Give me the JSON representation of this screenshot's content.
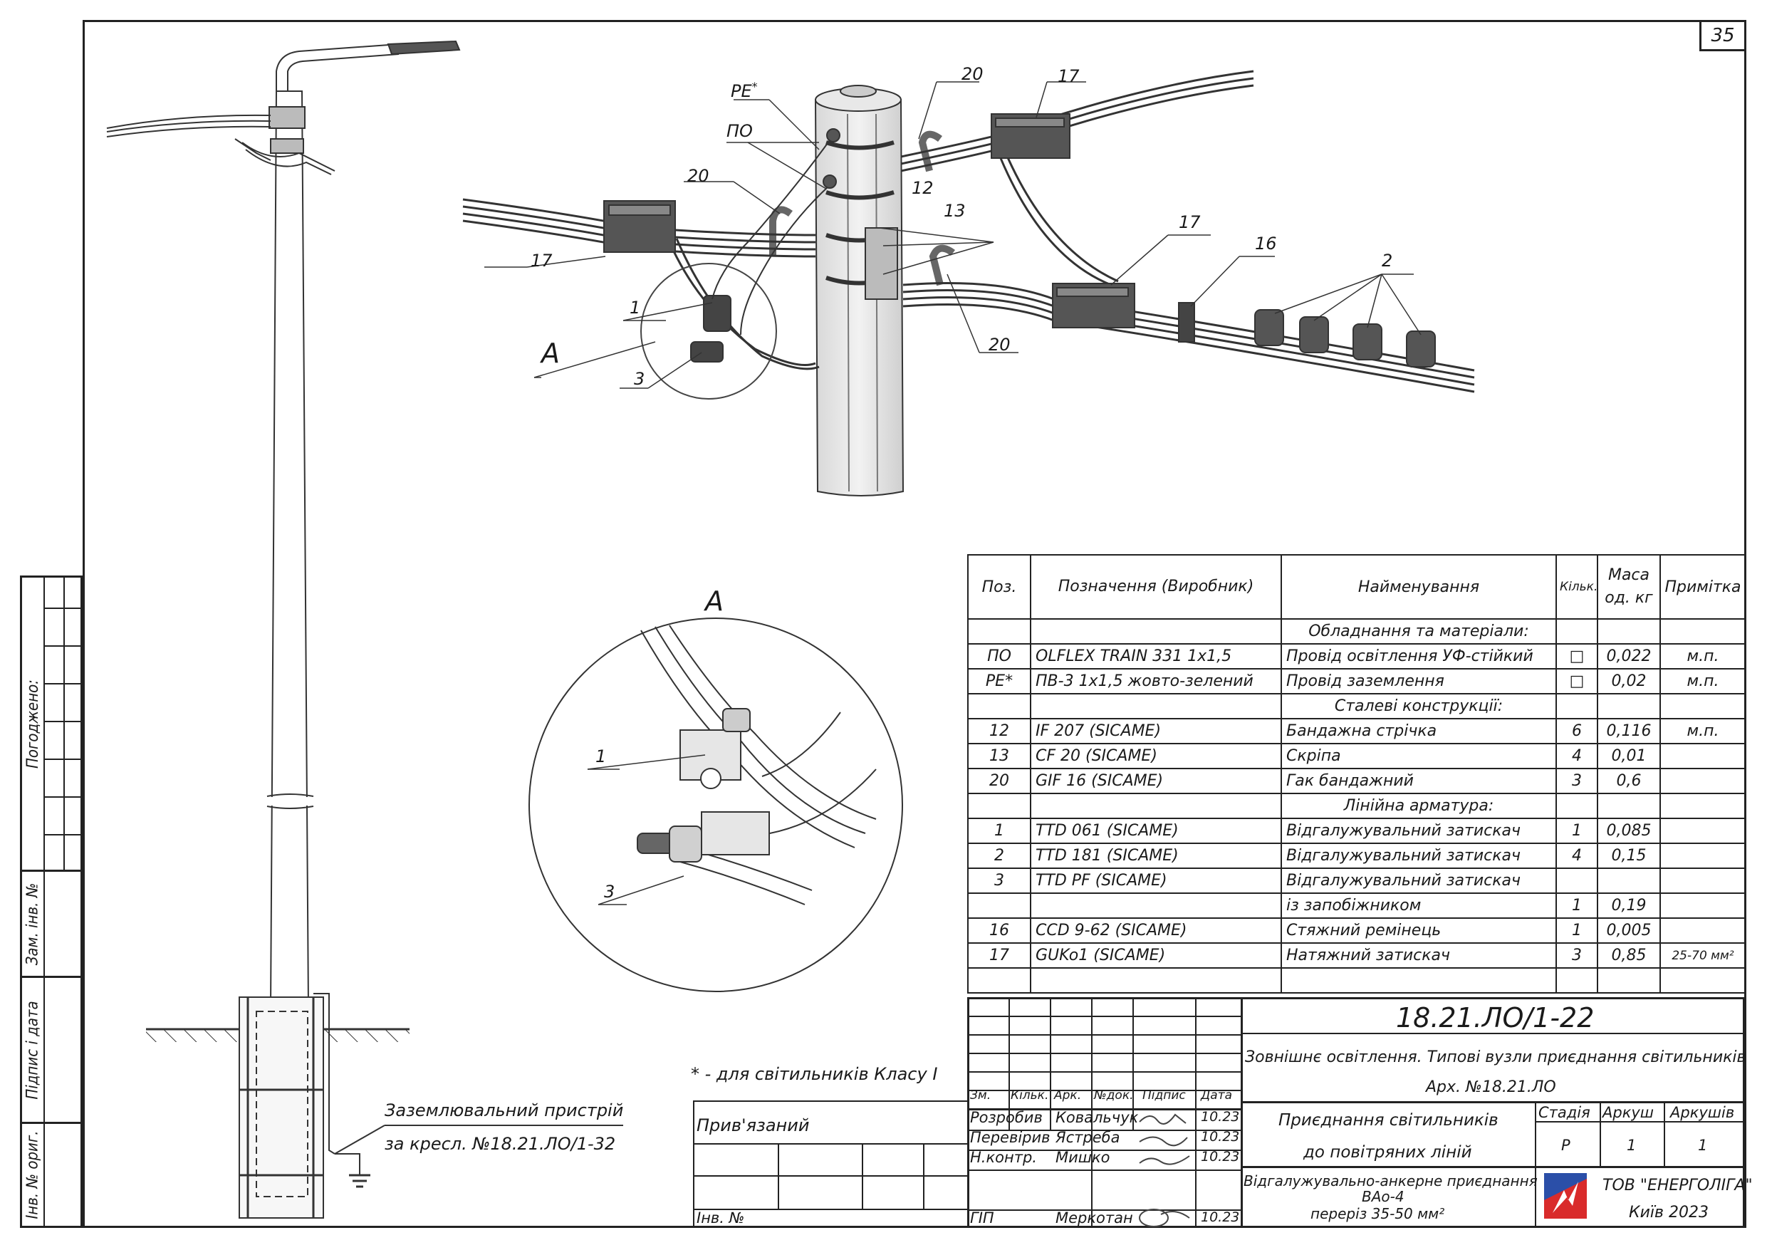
{
  "sheet_number": "35",
  "side_stamps": {
    "agreed": "Погоджено:",
    "replaced_inv": "Зам. інв. №",
    "sign_date": "Підпис і дата",
    "orig_inv": "Інв. № ориг."
  },
  "callouts": {
    "pe": "PE",
    "pe_star": "*",
    "po": "ПО",
    "c20a": "20",
    "c20b": "20",
    "c20c": "20",
    "c17a": "17",
    "c17b": "17",
    "c17c": "17",
    "c12": "12",
    "c13": "13",
    "c16": "16",
    "c2": "2",
    "c1": "1",
    "c3": "3",
    "view_a": "А",
    "detail_a_title": "А",
    "detail_1": "1",
    "detail_3": "3"
  },
  "grounding_note": {
    "line1": "Заземлювальний пристрій",
    "line2": "за кресл. №18.21.ЛО/1-32"
  },
  "footnote": "* - для світильників Класу I",
  "spec_table": {
    "headers": {
      "pos": "Поз.",
      "designation": "Позначення (Виробник)",
      "name": "Найменування",
      "qty": "Кільк.",
      "mass": "Маса од. кг",
      "note": "Примітка"
    },
    "rows": [
      {
        "section": "Обладнання та матеріали:"
      },
      {
        "pos": "ПО",
        "designation": "OLFLEX TRAIN 331 1x1,5",
        "name": "Провід освітлення УФ-стійкий",
        "qty": "□",
        "mass": "0,022",
        "note": "м.п."
      },
      {
        "pos": "PE*",
        "designation": "ПВ-3 1x1,5 жовто-зелений",
        "name": "Провід заземлення",
        "qty": "□",
        "mass": "0,02",
        "note": "м.п."
      },
      {
        "section": "Сталеві конструкції:"
      },
      {
        "pos": "12",
        "designation": "IF 207   (SICAME)",
        "name": "Бандажна стрічка",
        "qty": "6",
        "mass": "0,116",
        "note": "м.п."
      },
      {
        "pos": "13",
        "designation": "CF 20   (SICAME)",
        "name": "Скріпа",
        "qty": "4",
        "mass": "0,01",
        "note": ""
      },
      {
        "pos": "20",
        "designation": "GIF 16   (SICAME)",
        "name": "Гак бандажний",
        "qty": "3",
        "mass": "0,6",
        "note": ""
      },
      {
        "section": "Лінійна арматура:"
      },
      {
        "pos": "1",
        "designation": "TTD 061   (SICAME)",
        "name": "Відгалужувальний затискач",
        "qty": "1",
        "mass": "0,085",
        "note": ""
      },
      {
        "pos": "2",
        "designation": "TTD 181   (SICAME)",
        "name": "Відгалужувальний затискач",
        "qty": "4",
        "mass": "0,15",
        "note": ""
      },
      {
        "pos": "3",
        "designation": "TTD PF   (SICAME)",
        "name": "Відгалужувальний затискач",
        "qty": "",
        "mass": "",
        "note": ""
      },
      {
        "pos": "",
        "designation": "",
        "name": "із запобіжником",
        "qty": "1",
        "mass": "0,19",
        "note": ""
      },
      {
        "pos": "16",
        "designation": "CCD 9-62   (SICAME)",
        "name": "Стяжний ремінець",
        "qty": "1",
        "mass": "0,005",
        "note": ""
      },
      {
        "pos": "17",
        "designation": "GUKo1   (SICAME)",
        "name": "Натяжний затискач",
        "qty": "3",
        "mass": "0,85",
        "note": "25-70 мм²"
      },
      {
        "pos": "",
        "designation": "",
        "name": "",
        "qty": "",
        "mass": "",
        "note": ""
      }
    ]
  },
  "title_block": {
    "doc_code": "18.21.ЛО/1-22",
    "project_title": "Зовнішнє освітлення. Типові вузли приєднання світильників",
    "archive": "Арх. №18.21.ЛО",
    "linked": "Прив'язаний",
    "inv": "Інв. №",
    "rev_headers": [
      "Зм.",
      "Кільк.",
      "Арк.",
      "№док.",
      "Підпис",
      "Дата"
    ],
    "people": [
      {
        "role": "Розробив",
        "name": "Ковальчук",
        "date": "10.23"
      },
      {
        "role": "Перевірив",
        "name": "Ястреба",
        "date": "10.23"
      },
      {
        "role": "Н.контр.",
        "name": "Мишко",
        "date": "10.23"
      },
      {
        "role": "ГІП",
        "name": "Меркотан",
        "date": "10.23"
      }
    ],
    "drawing_title_1": "Приєднання світильників",
    "drawing_title_2": "до повітряних ліній",
    "sheet_title_1": "Відгалужувально-анкерне приєднання",
    "sheet_title_2": "ВАо-4",
    "sheet_title_3": "переріз 35-50 мм²",
    "stage_label": "Стадія",
    "sheet_label": "Аркуш",
    "sheets_label": "Аркушів",
    "stage": "Р",
    "sheet": "1",
    "sheets": "1",
    "company": "ТОВ \"ЕНЕРГОЛІГА\"",
    "city_year": "Київ 2023"
  }
}
